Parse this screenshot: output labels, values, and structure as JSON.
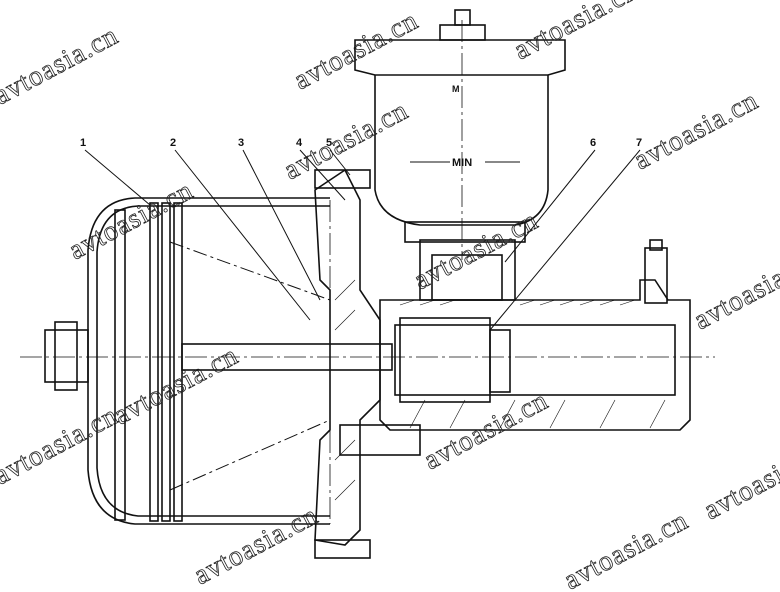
{
  "diagram": {
    "callouts": [
      "1",
      "2",
      "3",
      "4",
      "5",
      "6",
      "7"
    ],
    "reservoir_mark_min": "MIN",
    "reservoir_mark_max": "M"
  },
  "watermark": {
    "text": "avtoasia.cn"
  }
}
